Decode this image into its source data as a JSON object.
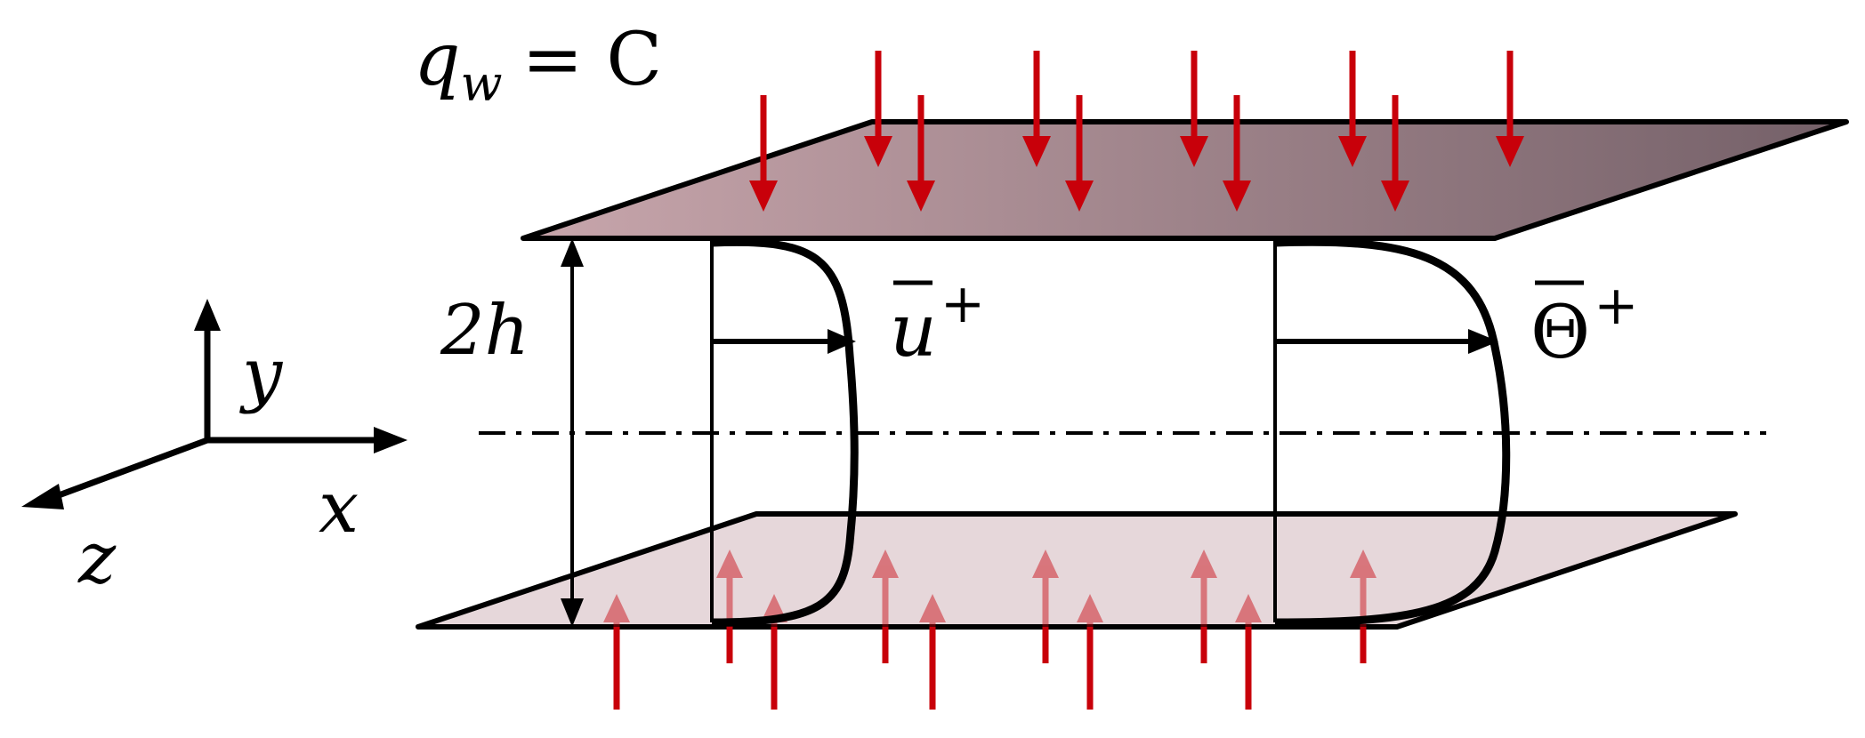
{
  "labels": {
    "heat_flux": "q",
    "heat_flux_sub": "w",
    "heat_flux_rhs": "= C",
    "channel_height": "2h",
    "velocity": "u",
    "velocity_sup": "+",
    "temperature": "Θ",
    "temperature_sup": "+",
    "axis_x": "x",
    "axis_y": "y",
    "axis_z": "z"
  },
  "colors": {
    "heat_arrow": "#c8000a",
    "top_plate_light": "#c4a1a7",
    "top_plate_dark": "#7a636a",
    "bottom_plate": "#e6d6d9",
    "outline": "#000000"
  }
}
